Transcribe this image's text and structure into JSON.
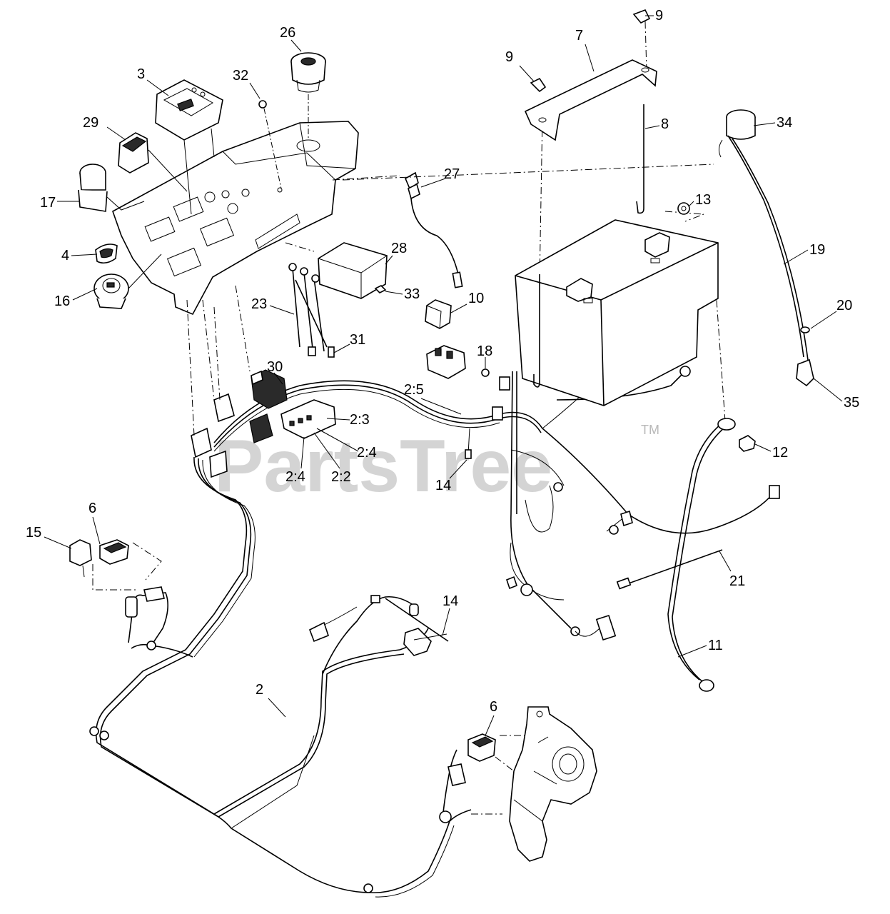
{
  "watermark": {
    "text": "PartsTree",
    "tm": "TM"
  },
  "callouts": {
    "c26": "26",
    "c3": "3",
    "c32": "32",
    "c29": "29",
    "c17": "17",
    "c4": "4",
    "c16": "16",
    "c23": "23",
    "c28": "28",
    "c33": "33",
    "c27": "27",
    "c10": "10",
    "c31": "31",
    "c30": "30",
    "c18": "18",
    "c2_5": "2:5",
    "c2_3": "2:3",
    "c2_4a": "2:4",
    "c2_4b": "2:4",
    "c2_2": "2:2",
    "c14a": "14",
    "c14b": "14",
    "c6a": "6",
    "c6b": "6",
    "c15": "15",
    "c2": "2",
    "c9a": "9",
    "c9b": "9",
    "c7": "7",
    "c8": "8",
    "c13": "13",
    "c34": "34",
    "c19": "19",
    "c20": "20",
    "c35": "35",
    "c12": "12",
    "c21": "21",
    "c11": "11"
  }
}
